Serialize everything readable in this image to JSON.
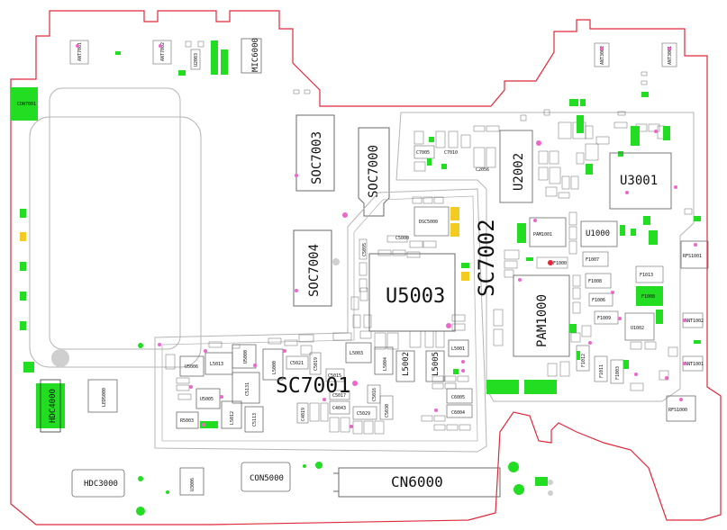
{
  "colors": {
    "outline": "#e0283a",
    "shield": "#b5b5b5",
    "part_stroke": "#6a6a6a",
    "green": "#22dd22",
    "yellow": "#f2cc22",
    "pink": "#ee66cc",
    "hole": "#cfcfcf"
  },
  "labels": {
    "soc7003": "SOC7003",
    "soc7000": "SOC7000",
    "soc7004": "SOC7004",
    "sc7002": "SC7002",
    "sc7001": "SC7001",
    "u5003": "U5003",
    "u2002": "U2002",
    "u3001": "U3001",
    "pam1000": "PAM1000",
    "pam1001": "PAM1001",
    "u1000": "U1000",
    "cn6000": "CN6000",
    "con5000": "CON5000",
    "hdc3000": "HDC3000",
    "hdc4000": "HDC4000",
    "con7001": "CON7001",
    "mic6000": "MIC6000",
    "rfs1001": "RFS1001",
    "rfs1000": "RFS1000",
    "dsc5000": "DSC5000",
    "led5000": "LED5000",
    "l5013": "L5013",
    "l5000": "L5000",
    "l5003": "L5003",
    "l5002": "L5002",
    "l5004": "L5004",
    "l5005": "L5005",
    "l5001": "L5001",
    "l5012": "L5012",
    "c5131": "C5131",
    "c5113": "C5113",
    "c6005": "C6005",
    "c6004": "C6004",
    "c4043": "C4043",
    "c5029": "C5029",
    "c5017": "C5017",
    "c5015": "C5015",
    "c5016": "C5016",
    "c4019": "C4019",
    "c5021": "C5021",
    "c5019": "C5019",
    "c5030": "C5030",
    "c5095": "C5095",
    "r5003": "R5003",
    "u5006": "U5006",
    "u5005": "U5005",
    "u3006": "U3006",
    "u5000": "U5000",
    "u1002": "U1002",
    "f1007": "F1007",
    "f1008": "F1008",
    "f1006": "F1006",
    "f1013": "F1013",
    "f1009": "F1009",
    "f1011": "F1011",
    "f1012": "F1012",
    "f1003": "F1003",
    "f1000": "F1000",
    "c7005": "C7005",
    "c7010": "C7010",
    "ant1001": "ANT1001",
    "ant1002": "ANT1002",
    "ant3001": "ANT3001",
    "ant3002": "ANT3002",
    "ant7001": "ANT7001",
    "ant7002": "ANT7002",
    "u2003": "U2003",
    "c2056": "C2056",
    "c5000": "C5000"
  }
}
